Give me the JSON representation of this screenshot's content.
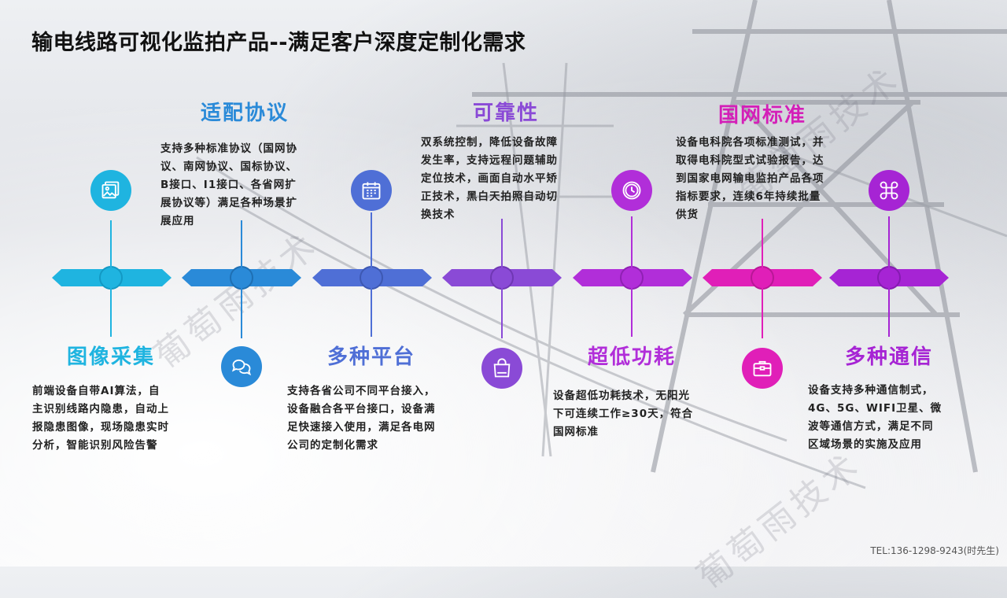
{
  "title": "输电线路可视化监拍产品--满足客户深度定制化需求",
  "watermark": "葡萄雨技术",
  "tel": "TEL:136-1298-9243(时先生)",
  "features": [
    {
      "heading": "图像采集",
      "color": "#1fb4e0",
      "icon": "image-icon",
      "lines": [
        "前端设备自带AI算法，自",
        "主识别线路内隐患，自动上",
        "报隐患图像，现场隐患实时",
        "分析，智能识别风险告警"
      ]
    },
    {
      "heading": "适配协议",
      "color": "#2a8ad8",
      "icon": "chat-icon",
      "lines": [
        "支持多种标准协议（国网协",
        "议、南网协议、国标协议、",
        "B接口、I1接口、各省网扩",
        "展协议等）满足各种场景扩",
        "展应用"
      ]
    },
    {
      "heading": "多种平台",
      "color": "#4f6fd6",
      "icon": "calendar-icon",
      "lines": [
        "支持各省公司不同平台接入，",
        "设备融合各平台接口，设备满",
        "足快速接入使用，满足各电网",
        "公司的定制化需求"
      ]
    },
    {
      "heading": "可靠性",
      "color": "#8a4ad6",
      "icon": "shopping-bag-icon",
      "lines": [
        "双系统控制，降低设备故障",
        "发生率，支持远程问题辅助",
        "定位技术，画面自动水平矫",
        "正技术，黑白天拍照自动切",
        "换技术"
      ]
    },
    {
      "heading": "超低功耗",
      "color": "#b12ed9",
      "icon": "clock-icon",
      "lines": [
        "设备超低功耗技术，无阳光",
        "下可连续工作≥30天，符合",
        "国网标准"
      ]
    },
    {
      "heading": "国网标准",
      "color": "#d41fb8",
      "icon": "briefcase-icon",
      "lines": [
        "设备电科院各项标准测试，并",
        "取得电科院型式试验报告，达",
        "到国家电网输电监拍产品各项",
        "指标要求，连续6年持续批量",
        "供货"
      ]
    },
    {
      "heading": "多种通信",
      "color": "#a624d4",
      "icon": "command-icon",
      "lines": [
        "设备支持多种通信制式，",
        "4G、5G、WIFI卫星、微",
        "波等通信方式，满足不同",
        "区域场景的实施及应用"
      ]
    }
  ]
}
